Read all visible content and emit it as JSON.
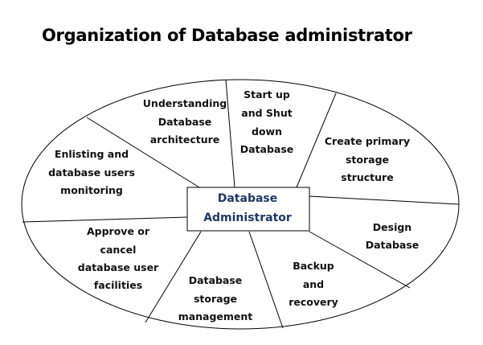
{
  "title": "Organization of Database administrator",
  "center": [
    "Database",
    "Administrator"
  ],
  "colors": {
    "center_text": "#1f3864",
    "text": "#111111",
    "lines": "#000000"
  },
  "segments": [
    {
      "id": "understanding",
      "lines": [
        "Understanding",
        "Database",
        "architecture"
      ]
    },
    {
      "id": "startup",
      "lines": [
        "Start up",
        "and Shut",
        "down",
        "Database"
      ]
    },
    {
      "id": "create",
      "lines": [
        "Create primary",
        "storage",
        "structure"
      ]
    },
    {
      "id": "enlisting",
      "lines": [
        "Enlisting and",
        "database users",
        "monitoring"
      ]
    },
    {
      "id": "design",
      "lines": [
        "Design",
        "Database"
      ]
    },
    {
      "id": "approve",
      "lines": [
        "Approve or",
        "cancel",
        "database user",
        "facilities"
      ]
    },
    {
      "id": "storage",
      "lines": [
        "Database",
        "storage",
        "management"
      ]
    },
    {
      "id": "backup",
      "lines": [
        "Backup",
        "and",
        "recovery"
      ]
    }
  ]
}
